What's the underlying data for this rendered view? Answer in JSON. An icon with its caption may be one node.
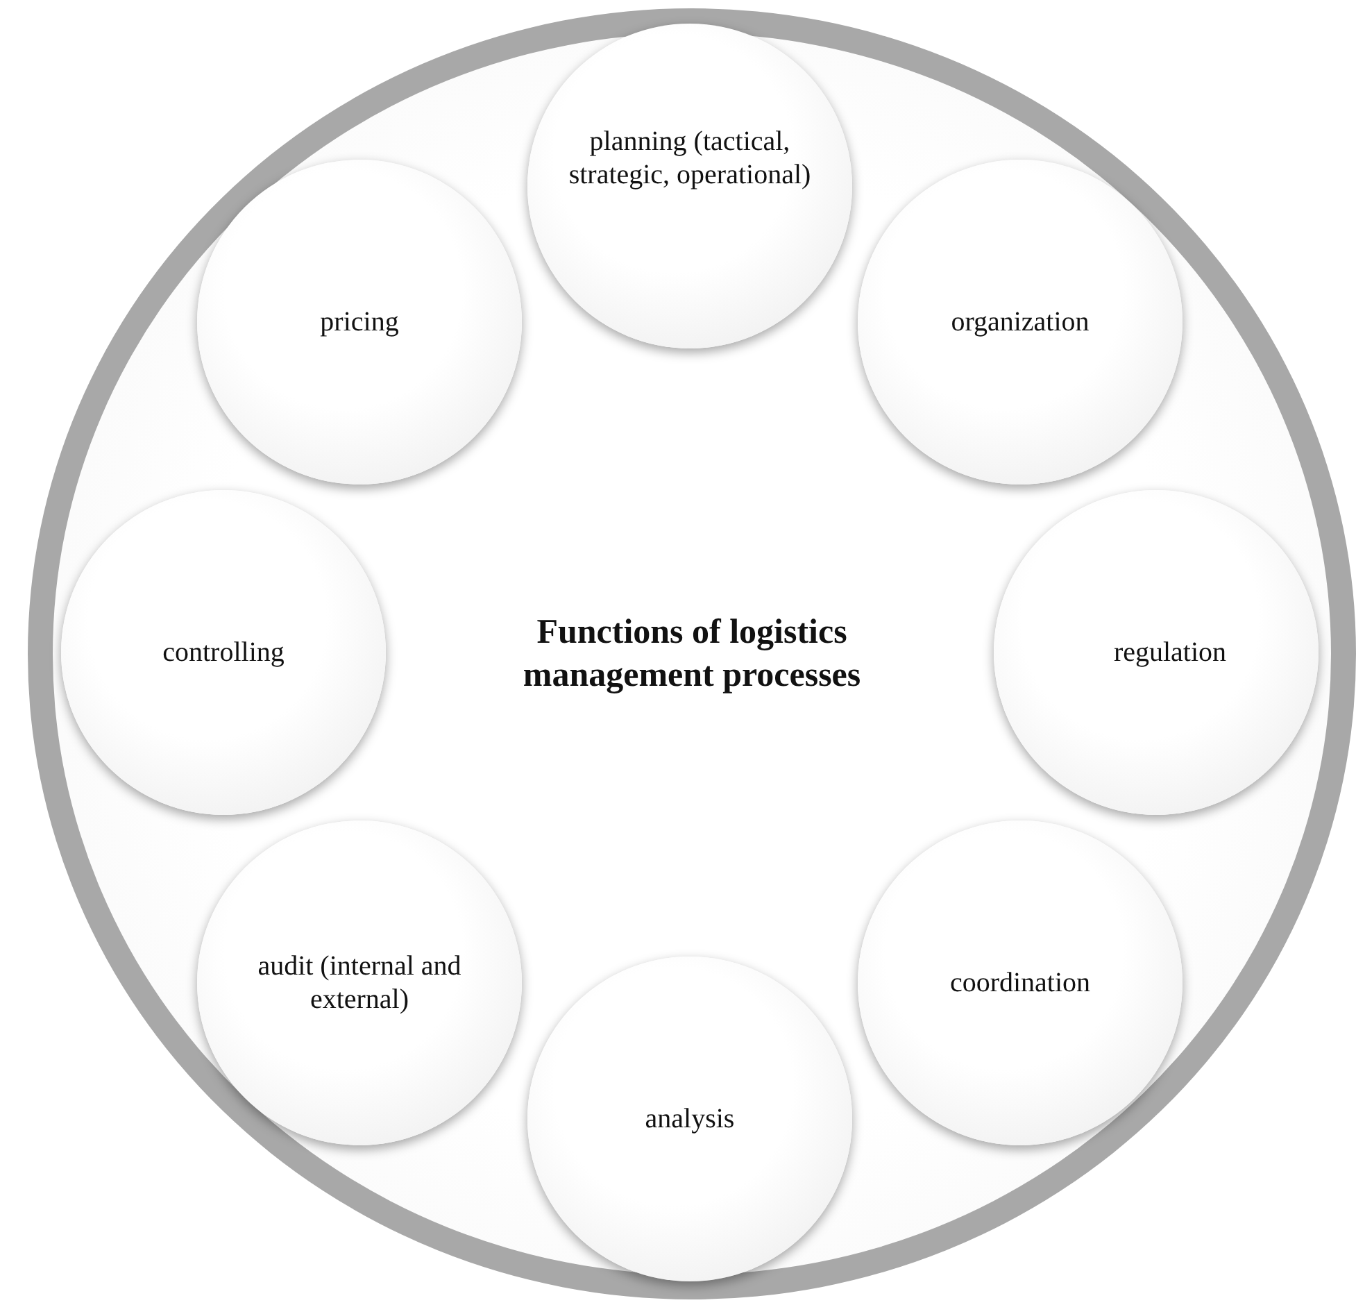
{
  "diagram": {
    "nodes": [
      {
        "text": [
          "Functions of logistics management processes"
        ]
      },
      {
        "text": [
          "planning (tactical, strategic, operational)"
        ],
        "in": 0
      },
      {
        "text": [
          "organization"
        ],
        "in": 0
      },
      {
        "text": [
          "regulation"
        ],
        "in": 0
      },
      {
        "text": [
          "coordination"
        ],
        "in": 0
      },
      {
        "text": [
          "analysis"
        ],
        "in": 0
      },
      {
        "text": [
          "audit (internal and external)"
        ],
        "in": 0
      },
      {
        "text": [
          "controlling"
        ],
        "in": 0
      },
      {
        "text": [
          "pricing"
        ],
        "in": 0
      }
    ]
  }
}
